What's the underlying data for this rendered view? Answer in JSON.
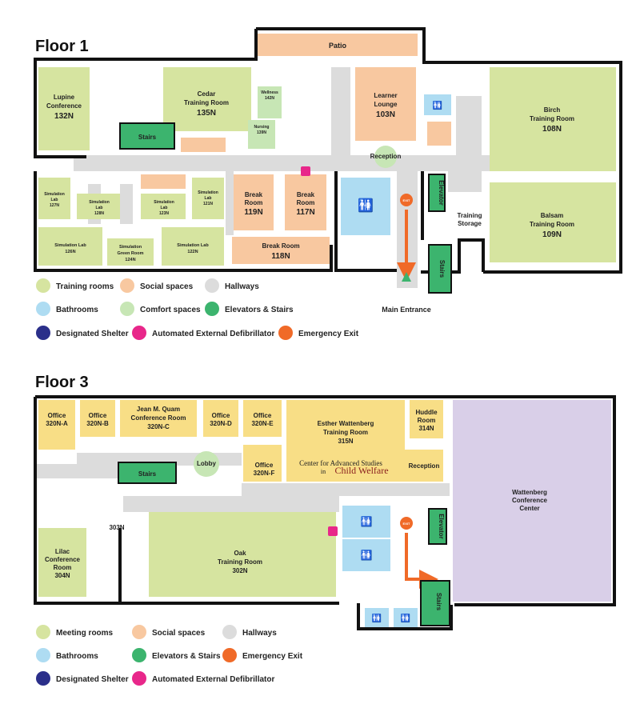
{
  "colors": {
    "training": "#d6e4a0",
    "social": "#f8c8a0",
    "hallway": "#dcdcdc",
    "bathroom": "#aedcf2",
    "comfort": "#c7e6b5",
    "elevator": "#3cb46e",
    "shelter": "#2b2f8a",
    "aed": "#e8278a",
    "exit": "#f06a28",
    "meeting": "#f8de86",
    "wattenberg": "#d9cfe8",
    "wall": "#111111"
  },
  "floor1": {
    "title": "Floor 1",
    "rooms": {
      "patio": "Patio",
      "lupine": [
        "Lupine",
        "Conference",
        "132N"
      ],
      "cedar": [
        "Cedar",
        "Training Room",
        "135N"
      ],
      "wellness": [
        "Wellness",
        "142N"
      ],
      "nursing": [
        "Nursing",
        "139N"
      ],
      "stairs_a": "Stairs",
      "learner": [
        "Learner",
        "Lounge",
        "103N"
      ],
      "reception": "Reception",
      "birch": [
        "Birch",
        "Training Room",
        "108N"
      ],
      "sim127": [
        "Simulation",
        "Lab",
        "127N"
      ],
      "sim128": [
        "Simulation",
        "Lab",
        "128N"
      ],
      "sim123": [
        "Simulation",
        "Lab",
        "123N"
      ],
      "sim121": [
        "Simulation",
        "Lab",
        "121N"
      ],
      "break119": [
        "Break",
        "Room",
        "119N"
      ],
      "break117": [
        "Break",
        "Room",
        "117N"
      ],
      "elevator": "Elevator",
      "exit": "EXIT",
      "training_storage": [
        "Training",
        "Storage"
      ],
      "balsam": [
        "Balsam",
        "Training Room",
        "109N"
      ],
      "sim126": [
        "Simulation Lab",
        "126N"
      ],
      "sim124": [
        "Simulation",
        "Green Room",
        "124N"
      ],
      "sim122": [
        "Simulation Lab",
        "122N"
      ],
      "break118": [
        "Break Room",
        "118N"
      ],
      "stairs_b": "Stairs",
      "main_entrance": "Main Entrance"
    },
    "legend": {
      "training_rooms": "Training rooms",
      "social_spaces": "Social spaces",
      "hallways": "Hallways",
      "bathrooms": "Bathrooms",
      "comfort_spaces": "Comfort spaces",
      "elevators_stairs": "Elevators & Stairs",
      "designated_shelter": "Designated Shelter",
      "aed": "Automated External Defibrillator",
      "emergency_exit": "Emergency Exit"
    }
  },
  "floor3": {
    "title": "Floor 3",
    "rooms": {
      "o320a": [
        "Office",
        "320N-A"
      ],
      "o320b": [
        "Office",
        "320N-B"
      ],
      "quam": [
        "Jean M. Quam",
        "Conference Room",
        "320N-C"
      ],
      "o320d": [
        "Office",
        "320N-D"
      ],
      "o320e": [
        "Office",
        "320N-E"
      ],
      "esther": [
        "Esther Wattenberg",
        "Training Room",
        "315N"
      ],
      "cas": "Center for Advanced Studies",
      "cas_in": "in",
      "cas_cw": "Child Welfare",
      "huddle": [
        "Huddle",
        "Room",
        "314N"
      ],
      "reception": "Reception",
      "wattenberg_center": [
        "Wattenberg",
        "Conference",
        "Center"
      ],
      "lobby": "Lobby",
      "stairs_a": "Stairs",
      "o320f": [
        "Office",
        "320N-F"
      ],
      "r303": "303N",
      "oak": [
        "Oak",
        "Training Room",
        "302N"
      ],
      "lilac": [
        "Lilac",
        "Conference",
        "Room",
        "304N"
      ],
      "elevator": "Elevator",
      "stairs_b": "Stairs",
      "exit": "EXIT"
    },
    "legend": {
      "meeting_rooms": "Meeting rooms",
      "social_spaces": "Social spaces",
      "hallways": "Hallways",
      "bathrooms": "Bathrooms",
      "elevators_stairs": "Elevators & Stairs",
      "emergency_exit": "Emergency Exit",
      "designated_shelter": "Designated Shelter",
      "aed": "Automated External Defibrillator"
    }
  }
}
